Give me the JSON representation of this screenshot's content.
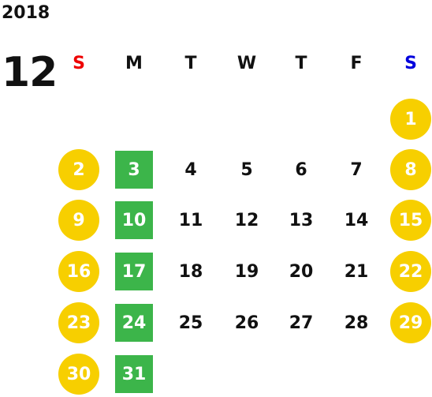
{
  "calendar": {
    "year": "2018",
    "month": "12",
    "weekday_headers": [
      {
        "label": "S",
        "color": "#ee0000"
      },
      {
        "label": "M",
        "color": "#111111"
      },
      {
        "label": "T",
        "color": "#111111"
      },
      {
        "label": "W",
        "color": "#111111"
      },
      {
        "label": "T",
        "color": "#111111"
      },
      {
        "label": "F",
        "color": "#111111"
      },
      {
        "label": "S",
        "color": "#0000dd"
      }
    ],
    "colors": {
      "weekend_circle": "#f7cf00",
      "monday_square": "#3cb54a",
      "day_text": "#111111"
    },
    "weeks": [
      [
        {
          "day": "",
          "mark": "none"
        },
        {
          "day": "",
          "mark": "none"
        },
        {
          "day": "",
          "mark": "none"
        },
        {
          "day": "",
          "mark": "none"
        },
        {
          "day": "",
          "mark": "none"
        },
        {
          "day": "",
          "mark": "none"
        },
        {
          "day": "1",
          "mark": "circle"
        }
      ],
      [
        {
          "day": "2",
          "mark": "circle"
        },
        {
          "day": "3",
          "mark": "square"
        },
        {
          "day": "4",
          "mark": "none"
        },
        {
          "day": "5",
          "mark": "none"
        },
        {
          "day": "6",
          "mark": "none"
        },
        {
          "day": "7",
          "mark": "none"
        },
        {
          "day": "8",
          "mark": "circle"
        }
      ],
      [
        {
          "day": "9",
          "mark": "circle"
        },
        {
          "day": "10",
          "mark": "square"
        },
        {
          "day": "11",
          "mark": "none"
        },
        {
          "day": "12",
          "mark": "none"
        },
        {
          "day": "13",
          "mark": "none"
        },
        {
          "day": "14",
          "mark": "none"
        },
        {
          "day": "15",
          "mark": "circle"
        }
      ],
      [
        {
          "day": "16",
          "mark": "circle"
        },
        {
          "day": "17",
          "mark": "square"
        },
        {
          "day": "18",
          "mark": "none"
        },
        {
          "day": "19",
          "mark": "none"
        },
        {
          "day": "20",
          "mark": "none"
        },
        {
          "day": "21",
          "mark": "none"
        },
        {
          "day": "22",
          "mark": "circle"
        }
      ],
      [
        {
          "day": "23",
          "mark": "circle"
        },
        {
          "day": "24",
          "mark": "square"
        },
        {
          "day": "25",
          "mark": "none"
        },
        {
          "day": "26",
          "mark": "none"
        },
        {
          "day": "27",
          "mark": "none"
        },
        {
          "day": "28",
          "mark": "none"
        },
        {
          "day": "29",
          "mark": "circle"
        }
      ],
      [
        {
          "day": "30",
          "mark": "circle"
        },
        {
          "day": "31",
          "mark": "square"
        },
        {
          "day": "",
          "mark": "none"
        },
        {
          "day": "",
          "mark": "none"
        },
        {
          "day": "",
          "mark": "none"
        },
        {
          "day": "",
          "mark": "none"
        },
        {
          "day": "",
          "mark": "none"
        }
      ]
    ]
  }
}
